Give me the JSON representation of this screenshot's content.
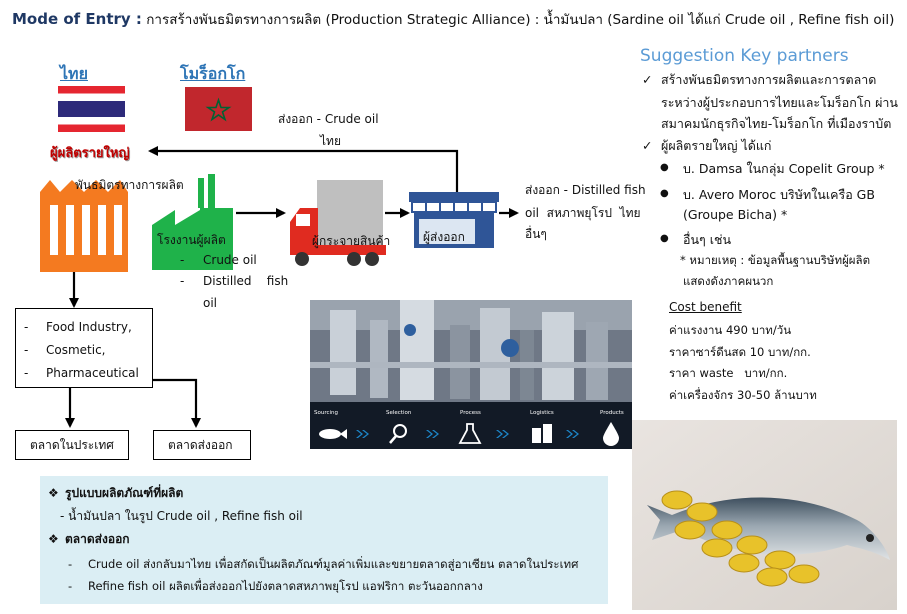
{
  "title": {
    "mode": "Mode of Entry :",
    "rest": " การสร้างพันธมิตรทางการผลิต  (Production Strategic Alliance)  : น้ำมันปลา (Sardine oil ได้แก่ Crude oil , Refine fish oil)"
  },
  "left": {
    "thai_label": "ไทย",
    "morocco_label": "โมร็อกโก",
    "big_producer": "ผู้ผลิตรายใหญ่",
    "alliance": "พันธมิตรทางการผลิต",
    "export_top_1": "ส่งออก - Crude oil",
    "export_top_2": "ไทย",
    "factory_label": "โรงงานผู้ผลิต",
    "factory_items": [
      "-",
      "Crude oil",
      "-",
      "Distilled    fish",
      "oil"
    ],
    "distributor_label": "ผู้กระจายสินค้า",
    "exporter_label": "ผู้ส่งออก",
    "export_right_1": "ส่งออก - Distilled fish",
    "export_right_2": "oil  สหภาพยุโรป  ไทย",
    "export_right_3": "อื่นๆ",
    "industries": [
      "Food Industry,",
      "Cosmetic,",
      "Pharmaceutical"
    ],
    "market_domestic": "ตลาดในประเทศ",
    "market_export": "ตลาดส่งออก"
  },
  "strip": {
    "steps": [
      "Sourcing",
      "Selection",
      "Process",
      "Logistics",
      "Products"
    ]
  },
  "right": {
    "heading": "Suggestion Key partners",
    "p1_lines": [
      "สร้างพันธมิตรทางการผลิตและการตลาด",
      "ระหว่างผู้ประกอบการไทยและโมร็อกโก ผ่าน",
      "สมาคมนักธุรกิจไทย-โมร็อกโก ที่เมืองราบัต"
    ],
    "p2": "ผู้ผลิตรายใหญ่ ได้แก่",
    "b1": "บ. Damsa ในกลุ่ม Copelit Group *",
    "b2_1": "บ. Avero Moroc บริษัทในเครือ GB",
    "b2_2": "(Groupe Bicha) *",
    "b3": "อื่นๆ เช่น",
    "note_1": "* หมายเหตุ : ข้อมูลพื้นฐานบริษัทผู้ผลิต",
    "note_2": "แสดงดังภาคผนวก",
    "cost_title": "Cost benefit",
    "cost_lines": [
      "ค่าแรงงาน 490 บาท/วัน",
      "ราคาซาร์ดีนสด 10 บาท/กก.",
      "ราคา waste   บาท/กก.",
      "ค่าเครื่องจักร 30-50 ล้านบาท"
    ]
  },
  "bottom": {
    "h1": "รูปแบบผลิตภัณฑ์ที่ผลิต",
    "l1": "- น้ำมันปลา ในรูป Crude oil , Refine fish oil",
    "h2": "ตลาดส่งออก",
    "l2": "Crude oil ส่งกลับมาไทย เพื่อสกัดเป็นผลิตภัณฑ์มูลค่าเพิ่มและขยายตลาดสู่อาเซียน ตลาดในประเทศ",
    "l3": "Refine fish oil ผลิตเพื่อส่งออกไปยังตลาดสหภาพยุโรป แอฟริกา ตะวันออกกลาง"
  },
  "colors": {
    "thai_red": "#e52630",
    "thai_blue": "#2d2a7a",
    "morocco_red": "#c1272d",
    "morocco_green": "#006233",
    "factory_orange": "#f47a20",
    "factory_green": "#1fb24a",
    "truck_red": "#e02b20",
    "shop_blue": "#2f5597",
    "heading_blue": "#5b9bd5",
    "strip_blue": "#1c86c8",
    "bottom_bg": "#dbeef4"
  }
}
